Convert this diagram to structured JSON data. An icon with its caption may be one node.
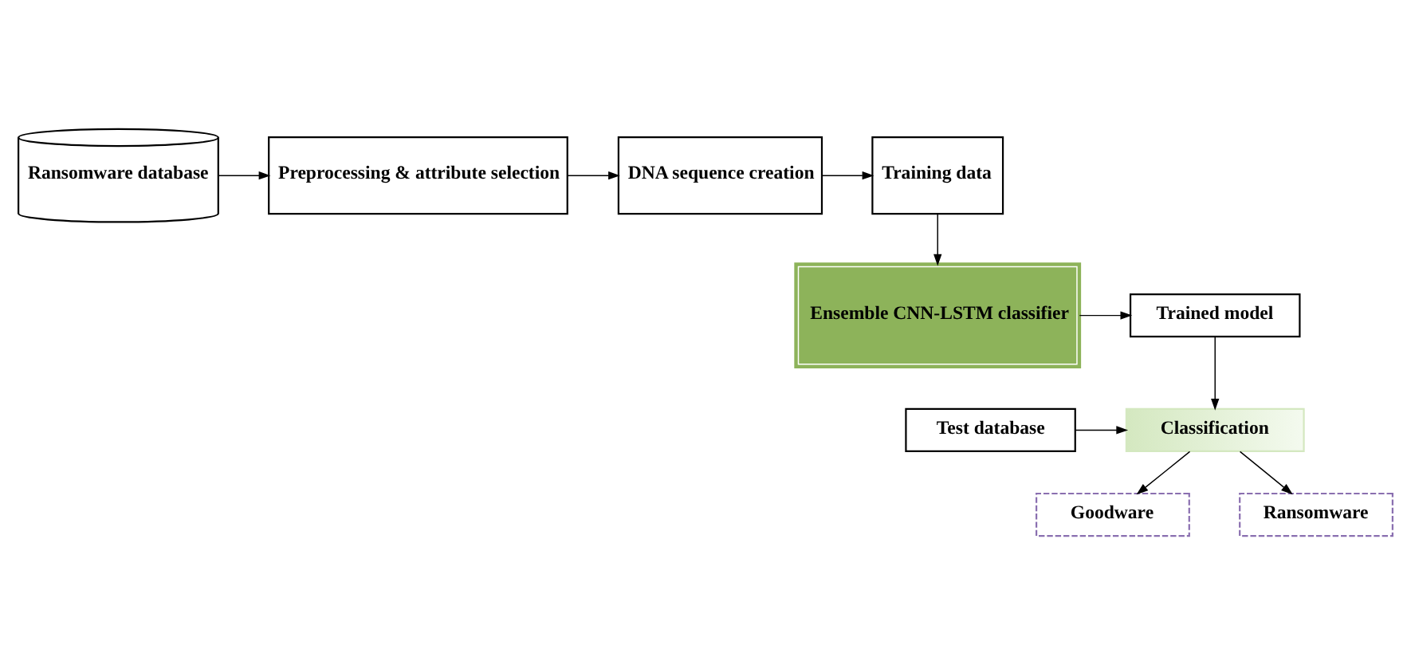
{
  "diagram": {
    "nodes": [
      {
        "text": [
          "Ransomware database"
        ]
      },
      {
        "text": [
          "Preprocessing & attribute selection"
        ]
      },
      {
        "text": [
          "DNA sequence creation"
        ]
      },
      {
        "text": [
          "Training data"
        ]
      },
      {
        "text": [
          "Ensemble CNN-LSTM classifier"
        ]
      },
      {
        "text": [
          "Trained model"
        ]
      },
      {
        "text": [
          "Test database"
        ]
      },
      {
        "text": [
          "Classification"
        ]
      },
      {
        "text": [
          "Goodware"
        ]
      },
      {
        "text": [
          "Ransomware"
        ]
      }
    ],
    "edges": [
      {
        "from": 0,
        "to": 1,
        "arrow": "to"
      },
      {
        "from": 1,
        "to": 2,
        "arrow": "to"
      },
      {
        "from": 2,
        "to": 3,
        "arrow": "to"
      },
      {
        "from": 3,
        "to": 4,
        "arrow": "to"
      },
      {
        "from": 4,
        "to": 5,
        "arrow": "to"
      },
      {
        "from": 5,
        "to": 7,
        "arrow": "to"
      },
      {
        "from": 6,
        "to": 7,
        "arrow": "to"
      },
      {
        "from": 7,
        "to": 8,
        "arrow": "to"
      },
      {
        "from": 7,
        "to": 9,
        "arrow": "to"
      }
    ]
  }
}
